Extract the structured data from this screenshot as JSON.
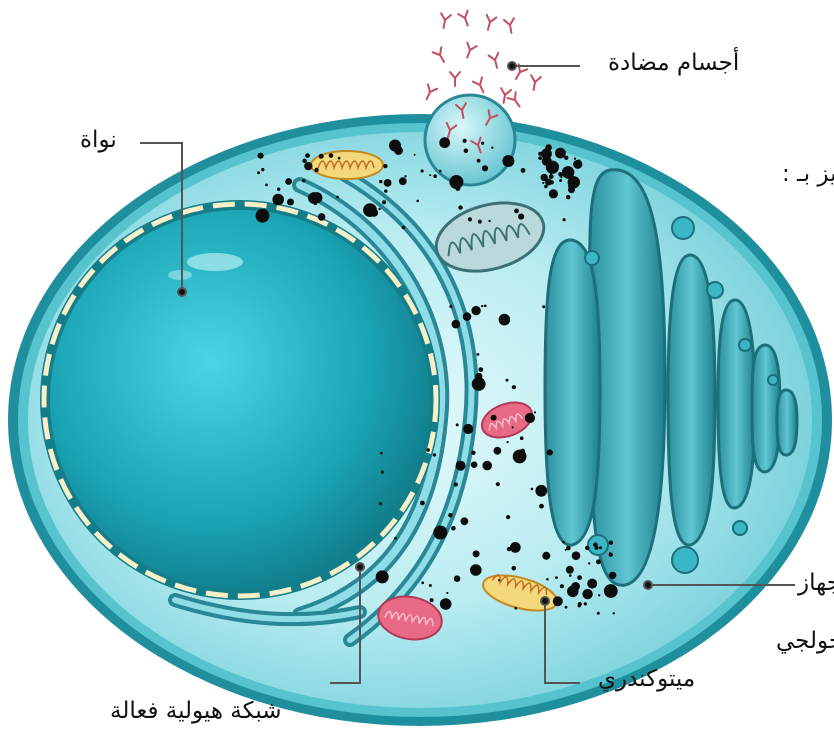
{
  "labels": {
    "antibodies": "أجسام مضادة",
    "nucleus": "نواة",
    "side_text": "يز بـ :",
    "golgi_line1": "جهاز",
    "golgi_line2": "جولجي",
    "mitochondria": "ميتوكندري",
    "rough_er": "شبكة هيولية فعالة"
  },
  "colors": {
    "cytoplasm": "#8fdde6",
    "membrane": "#2f97a4",
    "nucleus": "#1f9fae",
    "golgi": "#2a9aa8",
    "mito": "#e36f8a",
    "label_line": "#555555"
  },
  "icons": {
    "antibody": "y-shaped-antibody-icon",
    "granule": "secretory-granule-icon"
  }
}
